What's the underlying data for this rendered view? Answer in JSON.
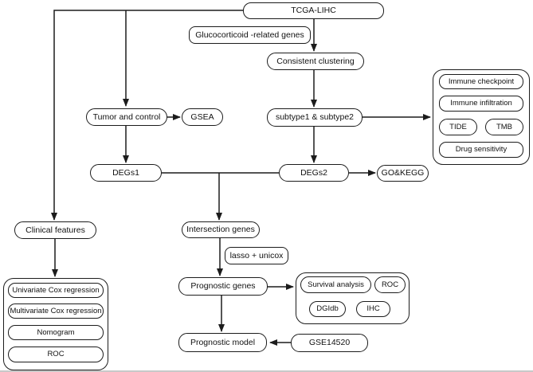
{
  "figure": {
    "type": "flowchart",
    "background": "#ffffff",
    "stroke_color": "#1c1c1c"
  },
  "nodes": {
    "tcga_lihc": "TCGA-LIHC",
    "glucocorticoid_genes": "Glucocorticoid -related genes",
    "consistent_clustering": "Consistent clustering",
    "tumor_and_control": "Tumor and control",
    "gsea": "GSEA",
    "subtypes": "subtype1 & subtype2",
    "immune_checkpoint": "Immune checkpoint",
    "immune_infiltration": "Immune infiltration",
    "tide": "TIDE",
    "tmb": "TMB",
    "drug_sensitivity": "Drug sensitivity",
    "degs1": "DEGs1",
    "degs2": "DEGs2",
    "go_kegg": "GO&KEGG",
    "clinical_features": "Clinical features",
    "intersection_genes": "Intersection genes",
    "lasso_unicox": "lasso + unicox",
    "prognostic_genes": "Prognostic genes",
    "survival_analysis": "Survival analysis",
    "roc_validation": "ROC",
    "dgidb": "DGIdb",
    "ihc": "IHC",
    "prognostic_model": "Prognostic model",
    "gse14520": "GSE14520",
    "univariate_cox": "Univariate Cox regression",
    "multivariate_cox": "Multivariate Cox regression",
    "nomogram": "Nomogram",
    "roc_clinical": "ROC"
  },
  "edges": [
    {
      "from": "tcga_lihc",
      "to": "clinical_features"
    },
    {
      "from": "tcga_lihc",
      "to": "tumor_and_control"
    },
    {
      "from": "tcga_lihc",
      "to": "consistent_clustering"
    },
    {
      "from": "consistent_clustering",
      "to": "subtypes"
    },
    {
      "from": "tumor_and_control",
      "to": "gsea"
    },
    {
      "from": "tumor_and_control",
      "to": "degs1"
    },
    {
      "from": "subtypes",
      "to": "degs2"
    },
    {
      "from": "subtypes",
      "to": "immune_analysis_panel"
    },
    {
      "from": "degs1",
      "to": "intersection_genes"
    },
    {
      "from": "degs2",
      "to": "intersection_genes"
    },
    {
      "from": "degs2",
      "to": "go_kegg"
    },
    {
      "from": "clinical_features",
      "to": "clinical_validation_panel"
    },
    {
      "from": "intersection_genes",
      "to": "prognostic_genes",
      "label": "lasso + unicox"
    },
    {
      "from": "prognostic_genes",
      "to": "validation_panel"
    },
    {
      "from": "prognostic_genes",
      "to": "prognostic_model"
    },
    {
      "from": "gse14520",
      "to": "prognostic_model"
    }
  ]
}
